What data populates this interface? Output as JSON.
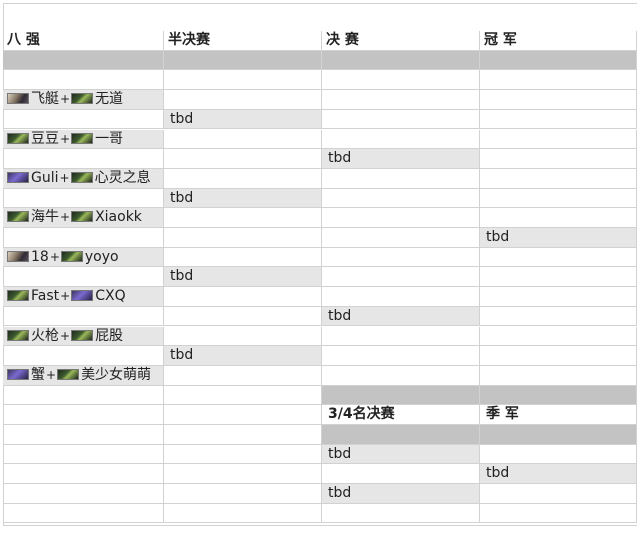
{
  "headers": [
    "八  强",
    "半决赛",
    "决  赛",
    "冠  军"
  ],
  "quarterfinals": [
    {
      "team1": "飞艇",
      "team2": "无道",
      "flag1": "v2",
      "flag2": "g"
    },
    {
      "team1": "豆豆",
      "team2": "一哥",
      "flag1": "g",
      "flag2": "g"
    },
    {
      "team1": "Guli",
      "team2": "心灵之息",
      "flag1": "v1",
      "flag2": "g"
    },
    {
      "team1": "海牛",
      "team2": "Xiaokk",
      "flag1": "g",
      "flag2": "g"
    },
    {
      "team1": "18",
      "team2": "yoyo",
      "flag1": "v2",
      "flag2": "g"
    },
    {
      "team1": "Fast",
      "team2": "CXQ",
      "flag1": "g",
      "flag2": "v1"
    },
    {
      "team1": "火枪",
      "team2": "屁股",
      "flag1": "g",
      "flag2": "g"
    },
    {
      "team1": "蟹",
      "team2": "美少女萌萌",
      "flag1": "v1",
      "flag2": "g"
    }
  ],
  "separator": "+",
  "semifinals": [
    "tbd",
    "tbd",
    "tbd",
    "tbd"
  ],
  "finals": [
    "tbd",
    "tbd"
  ],
  "champion": "tbd",
  "third_place": {
    "header": "3/4名决赛",
    "matches": [
      "tbd",
      "tbd"
    ],
    "result_header": "季  军",
    "result": "tbd"
  },
  "colors": {
    "dark_shade": "#c3c3c3",
    "light_shade": "#e6e6e6",
    "grid": "#d2d2d2"
  }
}
